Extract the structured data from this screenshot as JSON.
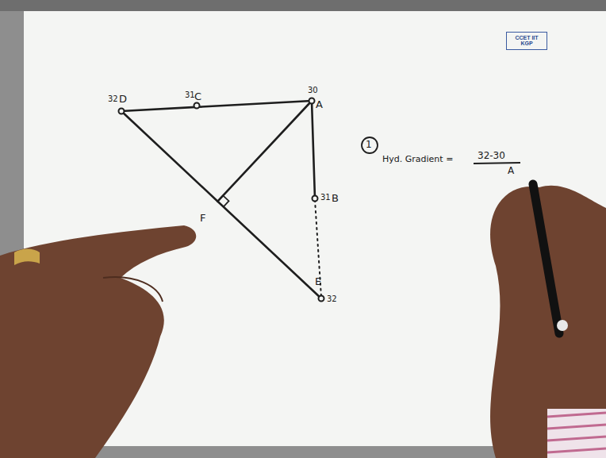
{
  "diagram": {
    "nodes": [
      {
        "text": [
          "CCET IIT KGP"
        ]
      }
    ],
    "labels": [
      "32",
      "D",
      "31",
      "C",
      "30",
      "A",
      "31",
      "B",
      "E",
      "32",
      "F",
      "1",
      "Hyd. Gradient =",
      "32-30",
      "A"
    ]
  }
}
